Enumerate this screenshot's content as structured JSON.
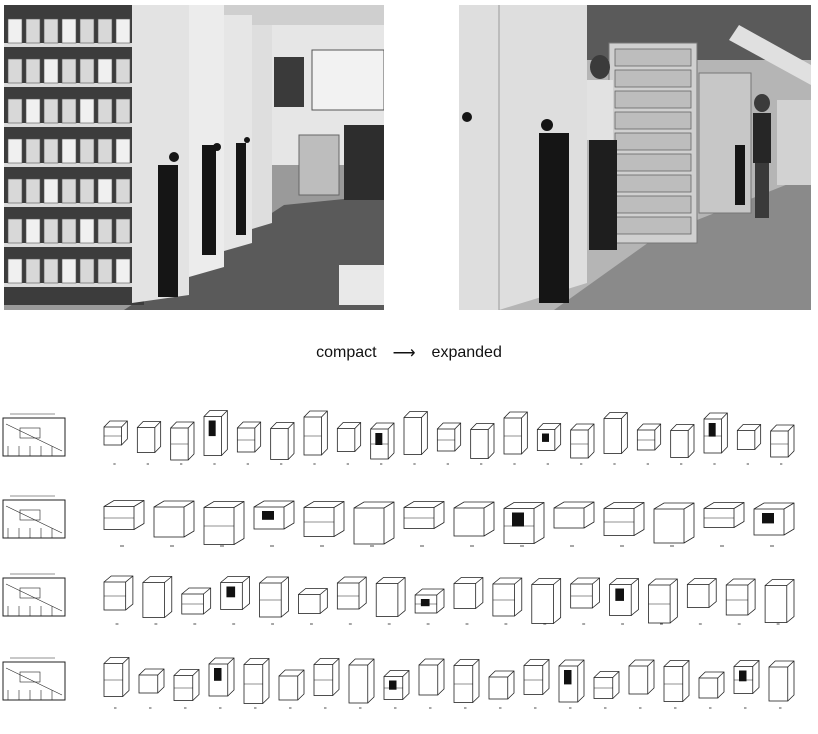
{
  "caption": {
    "left_label": "compact",
    "arrow_glyph": "⟶",
    "right_label": "expanded"
  },
  "photos": [
    {
      "name": "photo-compact",
      "subject": "compact"
    },
    {
      "name": "photo-expanded",
      "subject": "expanded"
    }
  ],
  "drawing_rows": [
    {
      "row": 1,
      "views": 21
    },
    {
      "row": 2,
      "views": 14
    },
    {
      "row": 3,
      "views": 18
    },
    {
      "row": 4,
      "views": 20
    }
  ]
}
